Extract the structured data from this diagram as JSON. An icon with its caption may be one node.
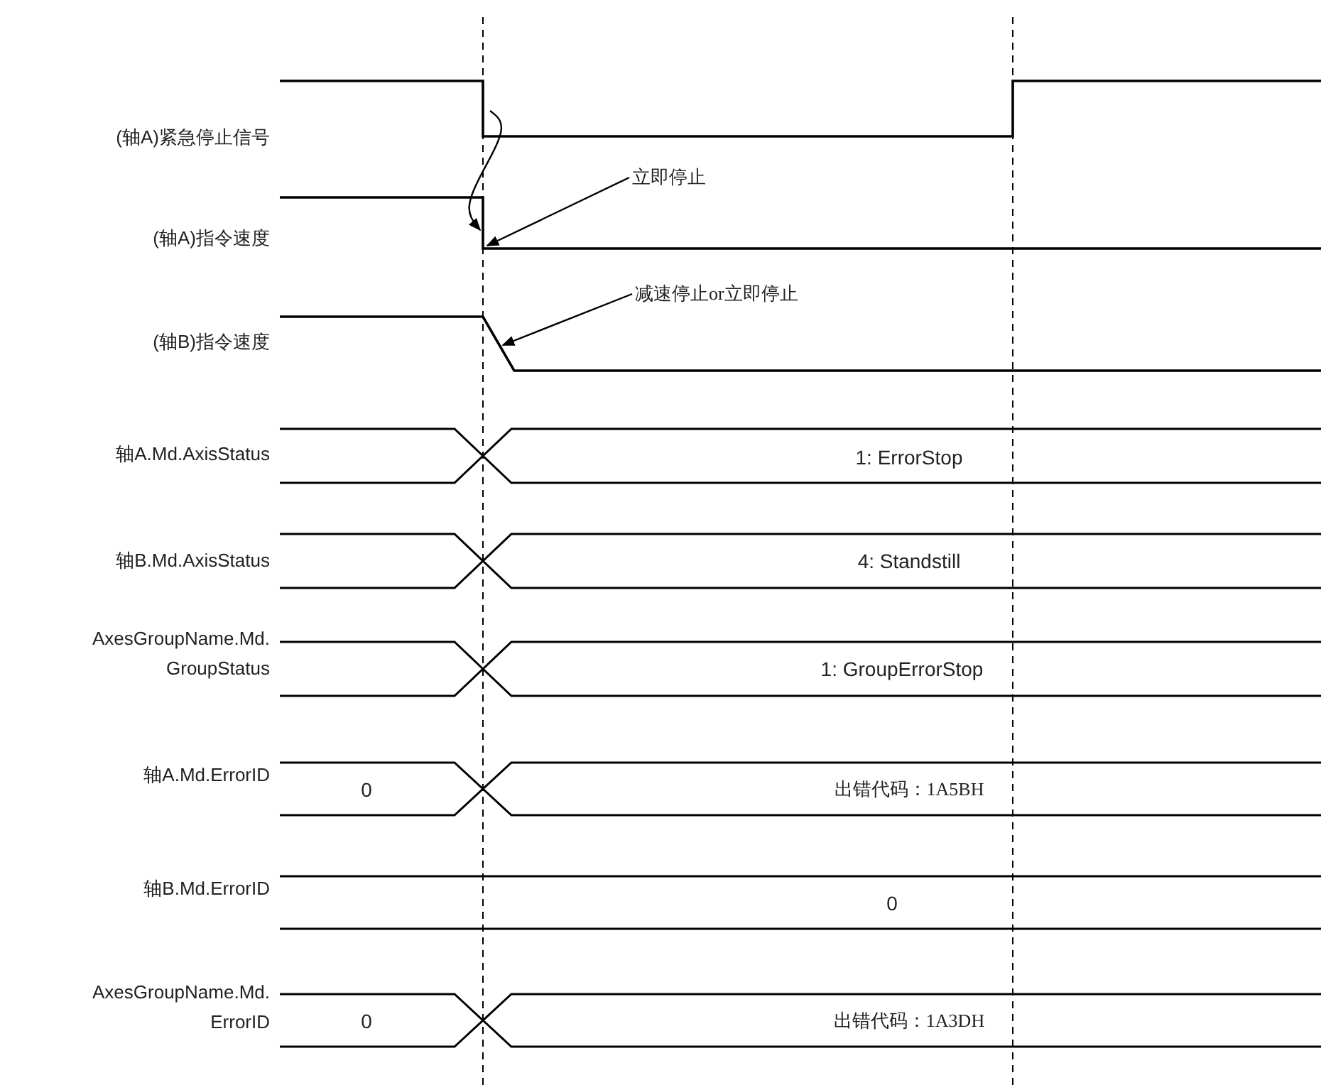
{
  "diagram": {
    "nodes": [
      {
        "text": [
          "立即停止"
        ]
      },
      {
        "text": [
          "减速停止or立即停止"
        ]
      },
      {
        "text": [],
        "shape": "line",
        "beside": [
          "(轴A)紧急停止信号"
        ]
      },
      {
        "text": [],
        "shape": "line",
        "beside": [
          "(轴A)指令速度"
        ]
      },
      {
        "text": [],
        "shape": "line",
        "beside": [
          "(轴B)指令速度"
        ]
      }
    ],
    "edges": [
      {
        "from": 2,
        "to": 3,
        "arrow": "to"
      },
      {
        "from": 0,
        "to": 3,
        "arrow": "to"
      },
      {
        "from": 1,
        "to": 4,
        "arrow": "to"
      }
    ],
    "labels": [
      "轴A.Md.AxisStatus",
      "1: ErrorStop",
      "轴B.Md.AxisStatus",
      "4: Standstill",
      "AxesGroupName.Md. GroupStatus",
      "1: GroupErrorStop",
      "轴A.Md.ErrorID",
      "0",
      "出错代码：1A5BH",
      "轴B.Md.ErrorID",
      "0",
      "AxesGroupName.Md. ErrorID",
      "0",
      "出错代码：1A3DH"
    ]
  }
}
